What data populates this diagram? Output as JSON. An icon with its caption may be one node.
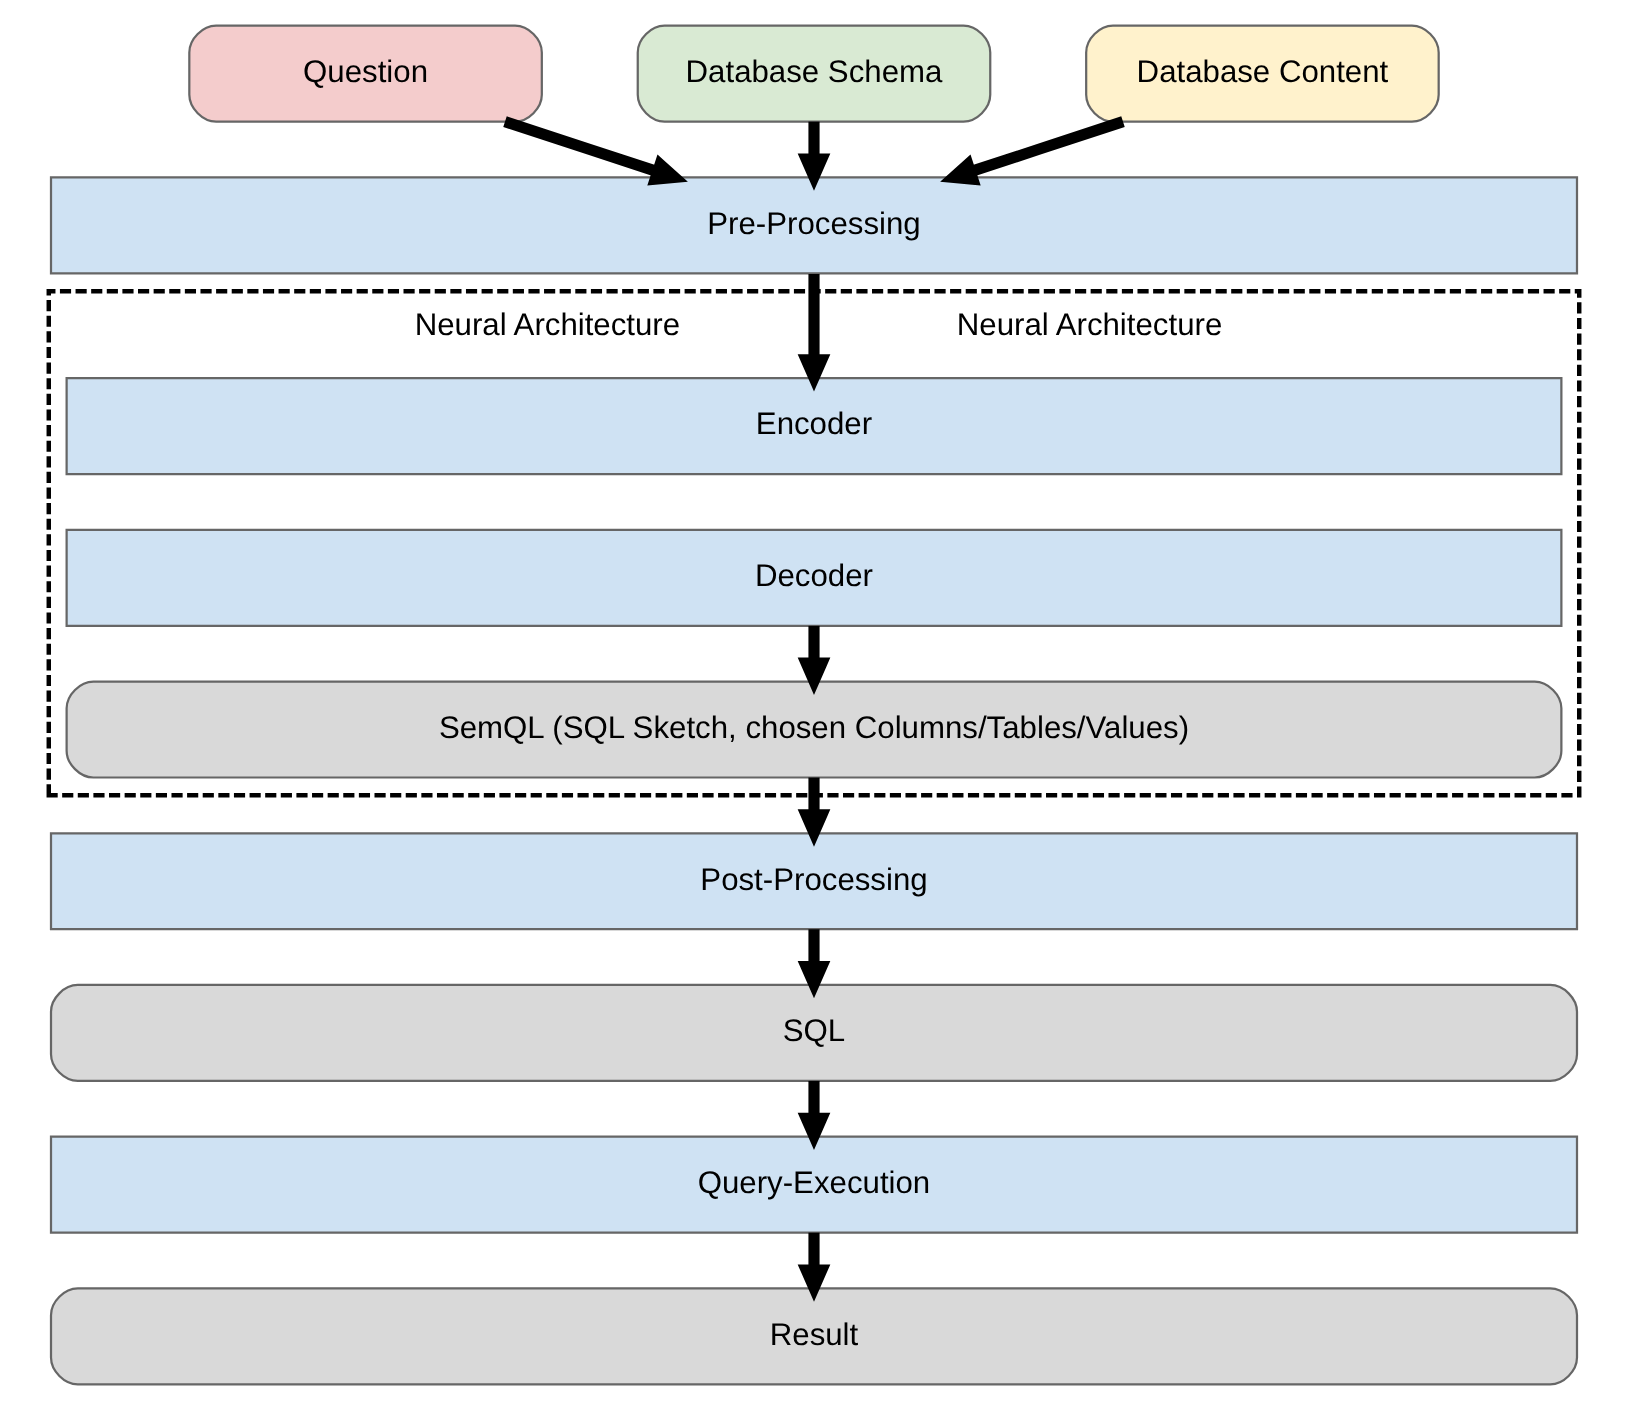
{
  "diagram": {
    "nodes": [
      {
        "text": [
          "Question"
        ]
      },
      {
        "text": [
          "Database Schema"
        ]
      },
      {
        "text": [
          "Database Content"
        ]
      },
      {
        "text": [
          "Pre-Processing"
        ]
      },
      {
        "text": [
          "Neural Architecture",
          "Neural Architecture"
        ]
      },
      {
        "text": [
          "Encoder"
        ],
        "in": 4
      },
      {
        "text": [
          "Decoder"
        ],
        "in": 4
      },
      {
        "text": [
          "SemQL (SQL Sketch, chosen Columns/Tables/Values)"
        ],
        "in": 4
      },
      {
        "text": [
          "Post-Processing"
        ]
      },
      {
        "text": [
          "SQL"
        ]
      },
      {
        "text": [
          "Query-Execution"
        ]
      },
      {
        "text": [
          "Result"
        ]
      }
    ],
    "edges": [
      {
        "from": 0,
        "to": 3,
        "arrow": "to"
      },
      {
        "from": 1,
        "to": 3,
        "arrow": "to"
      },
      {
        "from": 2,
        "to": 3,
        "arrow": "to"
      },
      {
        "from": 3,
        "to": 5,
        "arrow": "to"
      },
      {
        "from": 6,
        "to": 7,
        "arrow": "to"
      },
      {
        "from": 7,
        "to": 8,
        "arrow": "to"
      },
      {
        "from": 8,
        "to": 9,
        "arrow": "to"
      },
      {
        "from": 9,
        "to": 10,
        "arrow": "to"
      },
      {
        "from": 10,
        "to": 11,
        "arrow": "to"
      }
    ]
  }
}
